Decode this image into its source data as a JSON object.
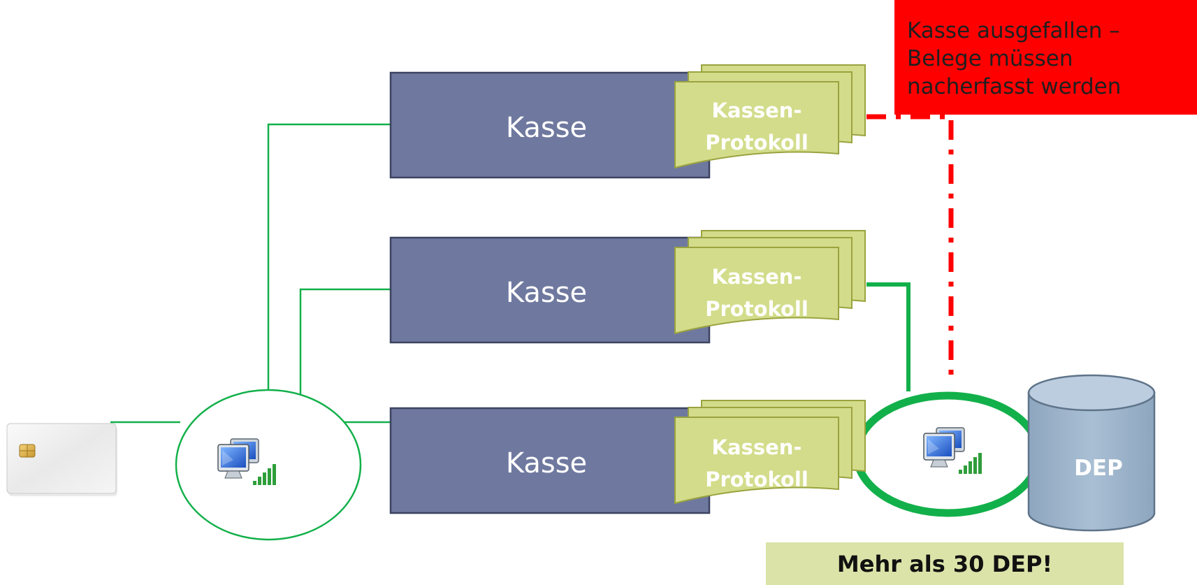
{
  "kassen": [
    {
      "label": "Kasse",
      "protokoll_line1": "Kassen-",
      "protokoll_line2": "Protokoll"
    },
    {
      "label": "Kasse",
      "protokoll_line1": "Kassen-",
      "protokoll_line2": "Protokoll"
    },
    {
      "label": "Kasse",
      "protokoll_line1": "Kassen-",
      "protokoll_line2": "Protokoll"
    }
  ],
  "dep": {
    "label": "DEP"
  },
  "failure_note": {
    "lines": [
      "Kasse ausgefallen –",
      "Belege müssen",
      "nacherfasst werden"
    ]
  },
  "warning_note": {
    "text": "Mehr als 30 DEP!"
  },
  "icons": {
    "smartcard": "smartcard-chip-icon",
    "local_network": "network-computers-icon",
    "dep_network": "network-computers-icon"
  },
  "colors": {
    "kasse_fill": "#6f799f",
    "protokoll_fill": "#d3dc8a",
    "connection_green": "#12b04a",
    "failure_red": "#ff0000",
    "dep_fill": "#9fb6cd",
    "warning_fill": "#dbe3a8"
  }
}
